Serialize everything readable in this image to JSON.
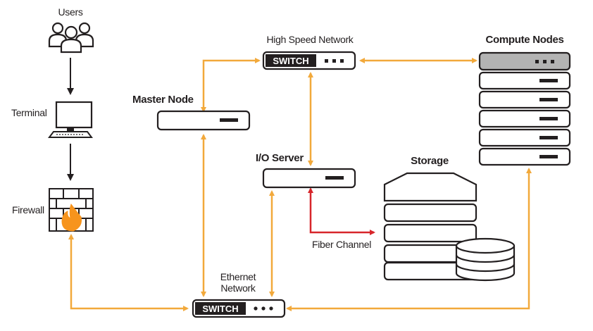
{
  "labels": {
    "users": "Users",
    "terminal": "Terminal",
    "firewall": "Firewall",
    "master_node": "Master Node",
    "high_speed_network": "High Speed Network",
    "compute_nodes": "Compute Nodes",
    "io_server": "I/O Server",
    "storage": "Storage",
    "fiber_channel": "Fiber Channel",
    "ethernet_network_line1": "Ethernet",
    "ethernet_network_line2": "Network"
  },
  "switch_top": {
    "label": "SWITCH"
  },
  "switch_bottom": {
    "label": "SWITCH"
  },
  "colors": {
    "link_ethernet": "#f2a93b",
    "link_fiber": "#d7262b",
    "arrow_black": "#231f20",
    "node_outline": "#231f20",
    "compute_header": "#b3b3b3",
    "flame": "#f7941d"
  },
  "icons": {
    "users": "users-icon",
    "terminal": "monitor-icon",
    "firewall": "firewall-icon"
  }
}
